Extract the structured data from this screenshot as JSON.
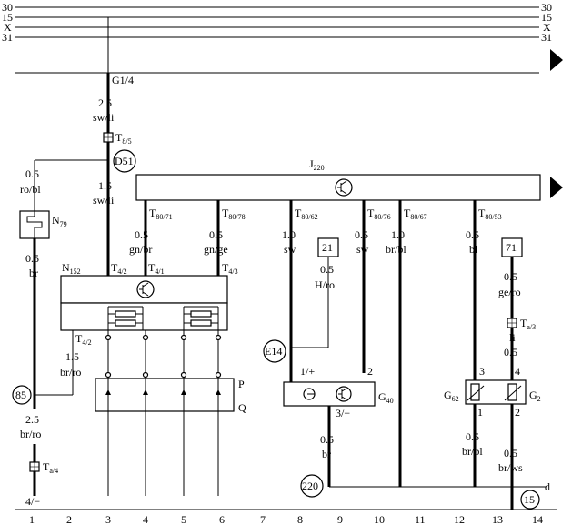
{
  "rails": [
    {
      "id": "r30",
      "label": "30"
    },
    {
      "id": "r15",
      "label": "15"
    },
    {
      "id": "rX",
      "label": "X"
    },
    {
      "id": "r31",
      "label": "31"
    }
  ],
  "labels": {
    "g14": "G1/4",
    "w_top_size": "2.5",
    "w_top_color": "sw/li",
    "t85_main": "T",
    "t85_sub": "8/5",
    "d51": "D51",
    "w_left_size": "0.5",
    "w_left_color": "ro/bl",
    "n79_main": "N",
    "n79_sub": "79",
    "w_left2_size": "0.5",
    "w_left2_color": "br",
    "w_sw_size": "1.5",
    "w_sw_color": "sw/li",
    "j220_main": "J",
    "j220_sub": "220",
    "t7;071_main": "T",
    "t71_sub": "80/71",
    "t78_main": "T",
    "t78_sub": "80/78",
    "t62_main": "T",
    "t62_sub": "80/62",
    "t76_main": "T",
    "t76_sub": "80/76",
    "t67_main": "T",
    "t67_sub": "80/67",
    "t53_main": "T",
    "t53_sub": "80/53",
    "w1_size": "0.5",
    "w1_color": "gn/br",
    "w2_size": "0.5",
    "w2_color": "gn/ge",
    "w3_size": "1.0",
    "w3_color": "sw",
    "w4_size": "0.5",
    "w4_color": "sw",
    "w5_size": "1.0",
    "w5_color": "br/bl",
    "w6_size": "0.5",
    "w6_color": "bl",
    "box21": "21",
    "box71": "71",
    "w21_size": "0.5",
    "w21_color": "H/ro",
    "w71_size": "0.5",
    "w71_color": "ge/ro",
    "n152_main": "N",
    "n152_sub": "152",
    "t42a_main": "T",
    "t42a_sub": "4/2",
    "t41_main": "T",
    "t41_sub": "4/1",
    "t43_main": "T",
    "t43_sub": "4/3",
    "t42b_main": "T",
    "t42b_sub": "4/2",
    "w_br_ro_size": "1.5",
    "w_br_ro_color": "br/ro",
    "ta3_main": "T",
    "ta3_sub": "a/3",
    "w_li_size": "0.5",
    "w_li_color": "li",
    "e14": "E14",
    "pin_1plus": "1/+",
    "pin_2": "2",
    "g40_main": "G",
    "g40_sub": "40",
    "pin_3minus": "3/−",
    "pin_3": "3",
    "pin_4": "4",
    "pin_1": "1",
    "pin_2b": "2",
    "g62_main": "G",
    "g62_sub": "62",
    "g2_main": "G",
    "g2_sub": "2",
    "p": "P",
    "q": "Q",
    "c85": "85",
    "w85_size": "2.5",
    "w85_color": "br/ro",
    "ta4_main": "T",
    "ta4_sub": "a/4",
    "pin_4minus": "4/−",
    "w_g40_size": "0.5",
    "w_g40_color": "br",
    "w_g62_size": "0.5",
    "w_g62_color": "br/bl",
    "w_g2_size": "0.5",
    "w_g2_color": "br/ws",
    "c220": "220",
    "c15": "15",
    "d": "d"
  },
  "columns": [
    "1",
    "2",
    "3",
    "4",
    "5",
    "6",
    "7",
    "8",
    "9",
    "10",
    "11",
    "12",
    "13",
    "14"
  ]
}
